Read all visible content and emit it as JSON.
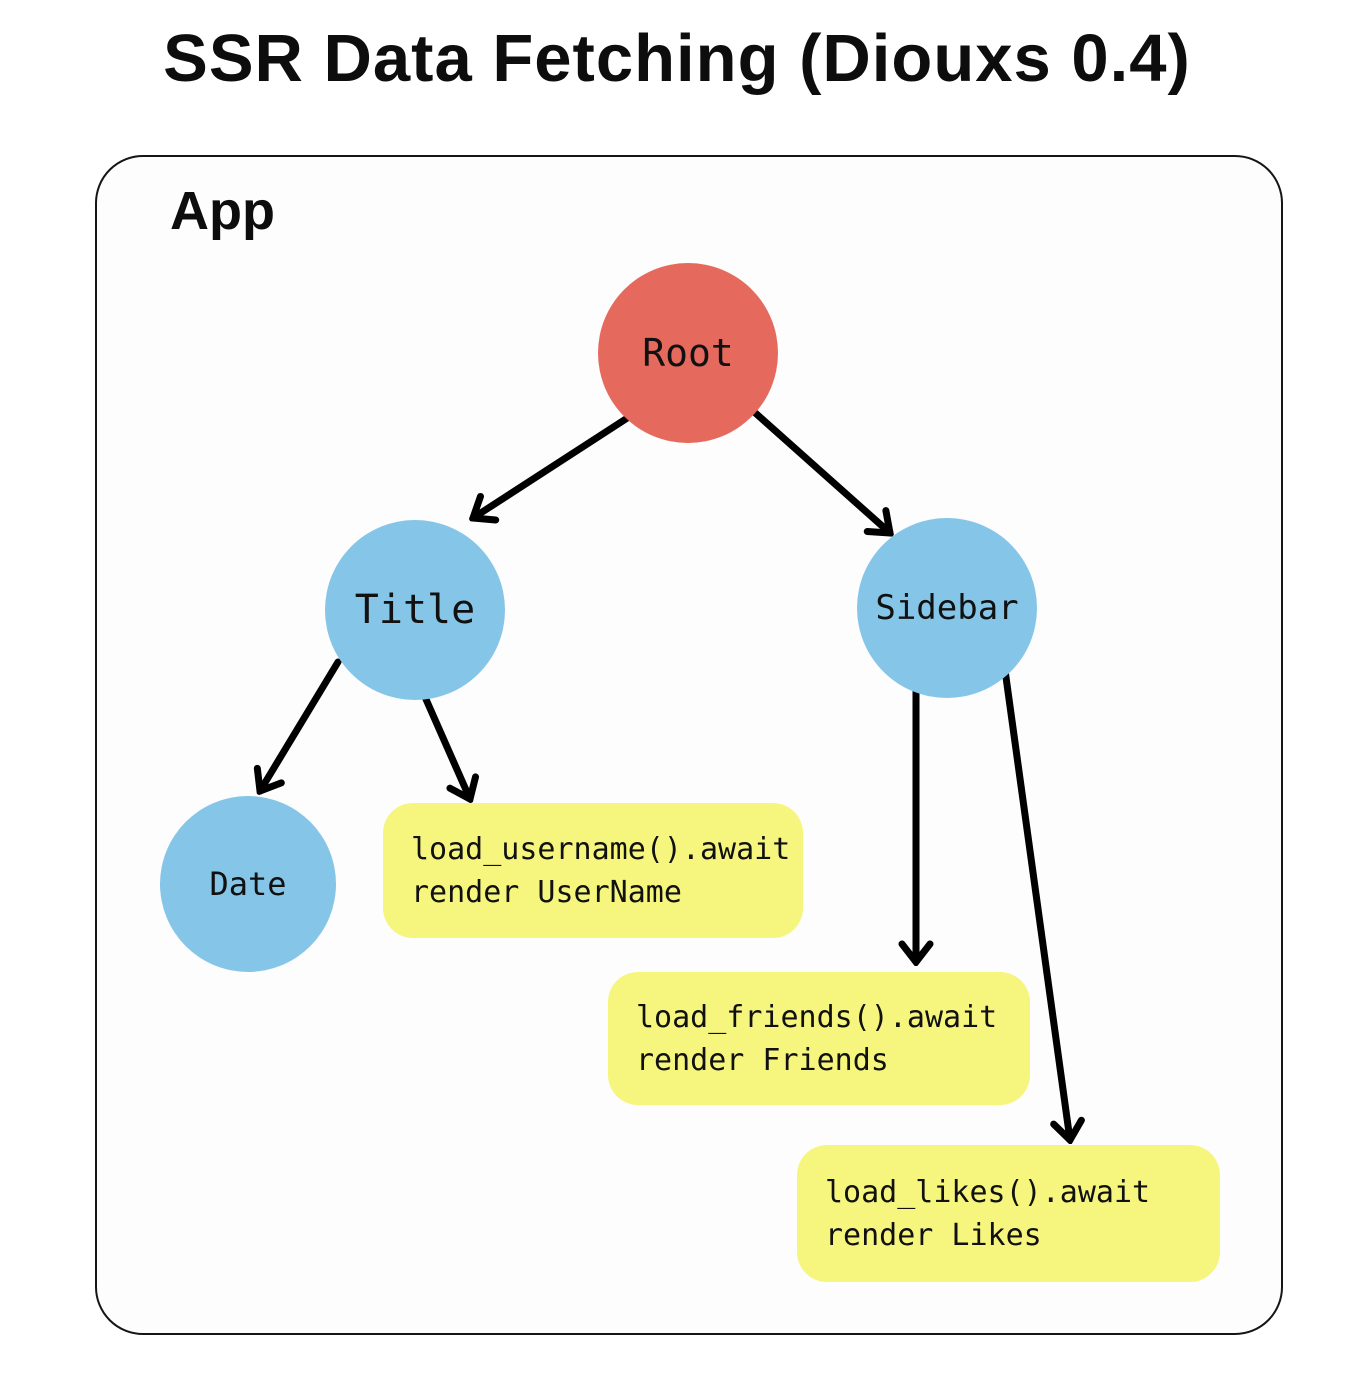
{
  "title": "SSR Data Fetching (Diouxs 0.4)",
  "frame": {
    "label": "App"
  },
  "nodes": {
    "root": {
      "label": "Root",
      "color": "#e56a5d"
    },
    "title": {
      "label": "Title",
      "color": "#85c5e8"
    },
    "sidebar": {
      "label": "Sidebar",
      "color": "#85c5e8"
    },
    "date": {
      "label": "Date",
      "color": "#85c5e8"
    }
  },
  "tasks": {
    "username": {
      "line1": "load_username().await",
      "line2": "render UserName",
      "color": "#f6f67e"
    },
    "friends": {
      "line1": "load_friends().await",
      "line2": "render Friends",
      "color": "#f6f67e"
    },
    "likes": {
      "line1": "load_likes().await",
      "line2": "render Likes",
      "color": "#f6f67e"
    }
  },
  "edges": [
    {
      "from": "Root",
      "to": "Title"
    },
    {
      "from": "Root",
      "to": "Sidebar"
    },
    {
      "from": "Title",
      "to": "Date"
    },
    {
      "from": "Title",
      "to": "load_username"
    },
    {
      "from": "Sidebar",
      "to": "load_friends"
    },
    {
      "from": "Sidebar",
      "to": "load_likes"
    }
  ],
  "colors": {
    "arrow": "#000000",
    "frame_border": "#151515",
    "frame_background": "#fdfdfd"
  }
}
